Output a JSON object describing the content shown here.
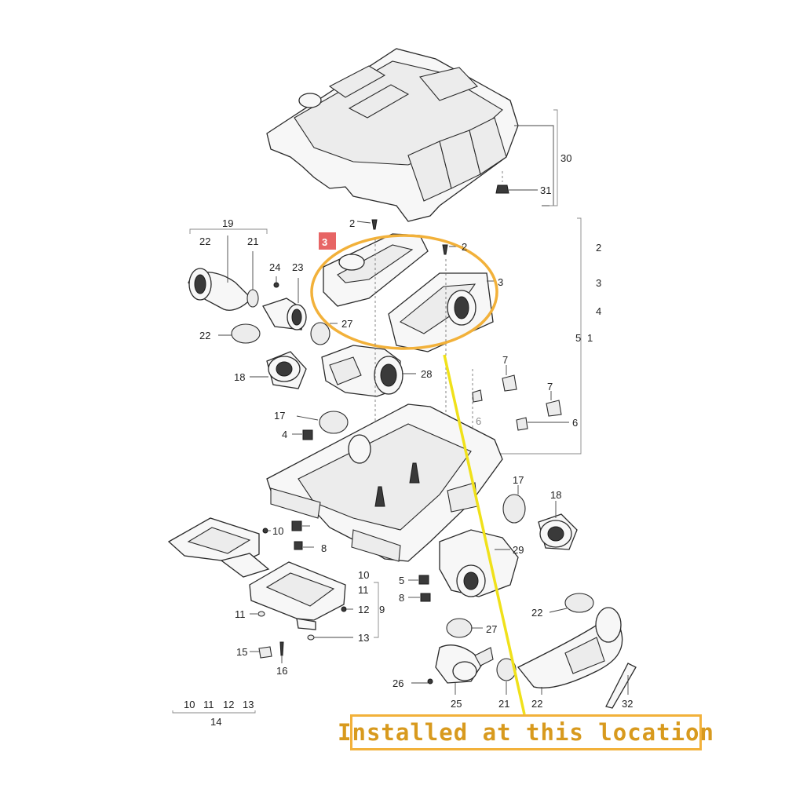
{
  "callout": {
    "text": "Installed at this location"
  },
  "labels": {
    "l30": "30",
    "l31": "31",
    "l2a": "2",
    "l2b": "2",
    "l2r": "2",
    "l3tag": "3",
    "l3b": "3",
    "l3r": "3",
    "l4r": "4",
    "l5r": "5",
    "l1r": "1",
    "l19": "19",
    "l22a": "22",
    "l21a": "21",
    "l24": "24",
    "l23": "23",
    "l22b": "22",
    "l27a": "27",
    "l18a": "18",
    "l28": "28",
    "l7a": "7",
    "l7b": "7",
    "l6a": "6",
    "l6b": "6",
    "l17a": "17",
    "l4a": "4",
    "l17b": "17",
    "l18b": "18",
    "l10a": "10",
    "l8a": "8",
    "l29": "29",
    "l5a": "5",
    "l8b": "8",
    "l10b": "10",
    "l11a": "11",
    "l12a": "12",
    "l9": "9",
    "l11b": "11",
    "l13a": "13",
    "l22c": "22",
    "l27b": "27",
    "l15": "15",
    "l16": "16",
    "l26": "26",
    "l25": "25",
    "l21b": "21",
    "l22d": "22",
    "l32": "32",
    "l10c": "10",
    "l11c": "11",
    "l12c": "12",
    "l13c": "13",
    "l14": "14"
  },
  "colors": {
    "highlight": "#f2b13a",
    "pointer": "#f0e11a",
    "tag": "#e34a4a"
  }
}
